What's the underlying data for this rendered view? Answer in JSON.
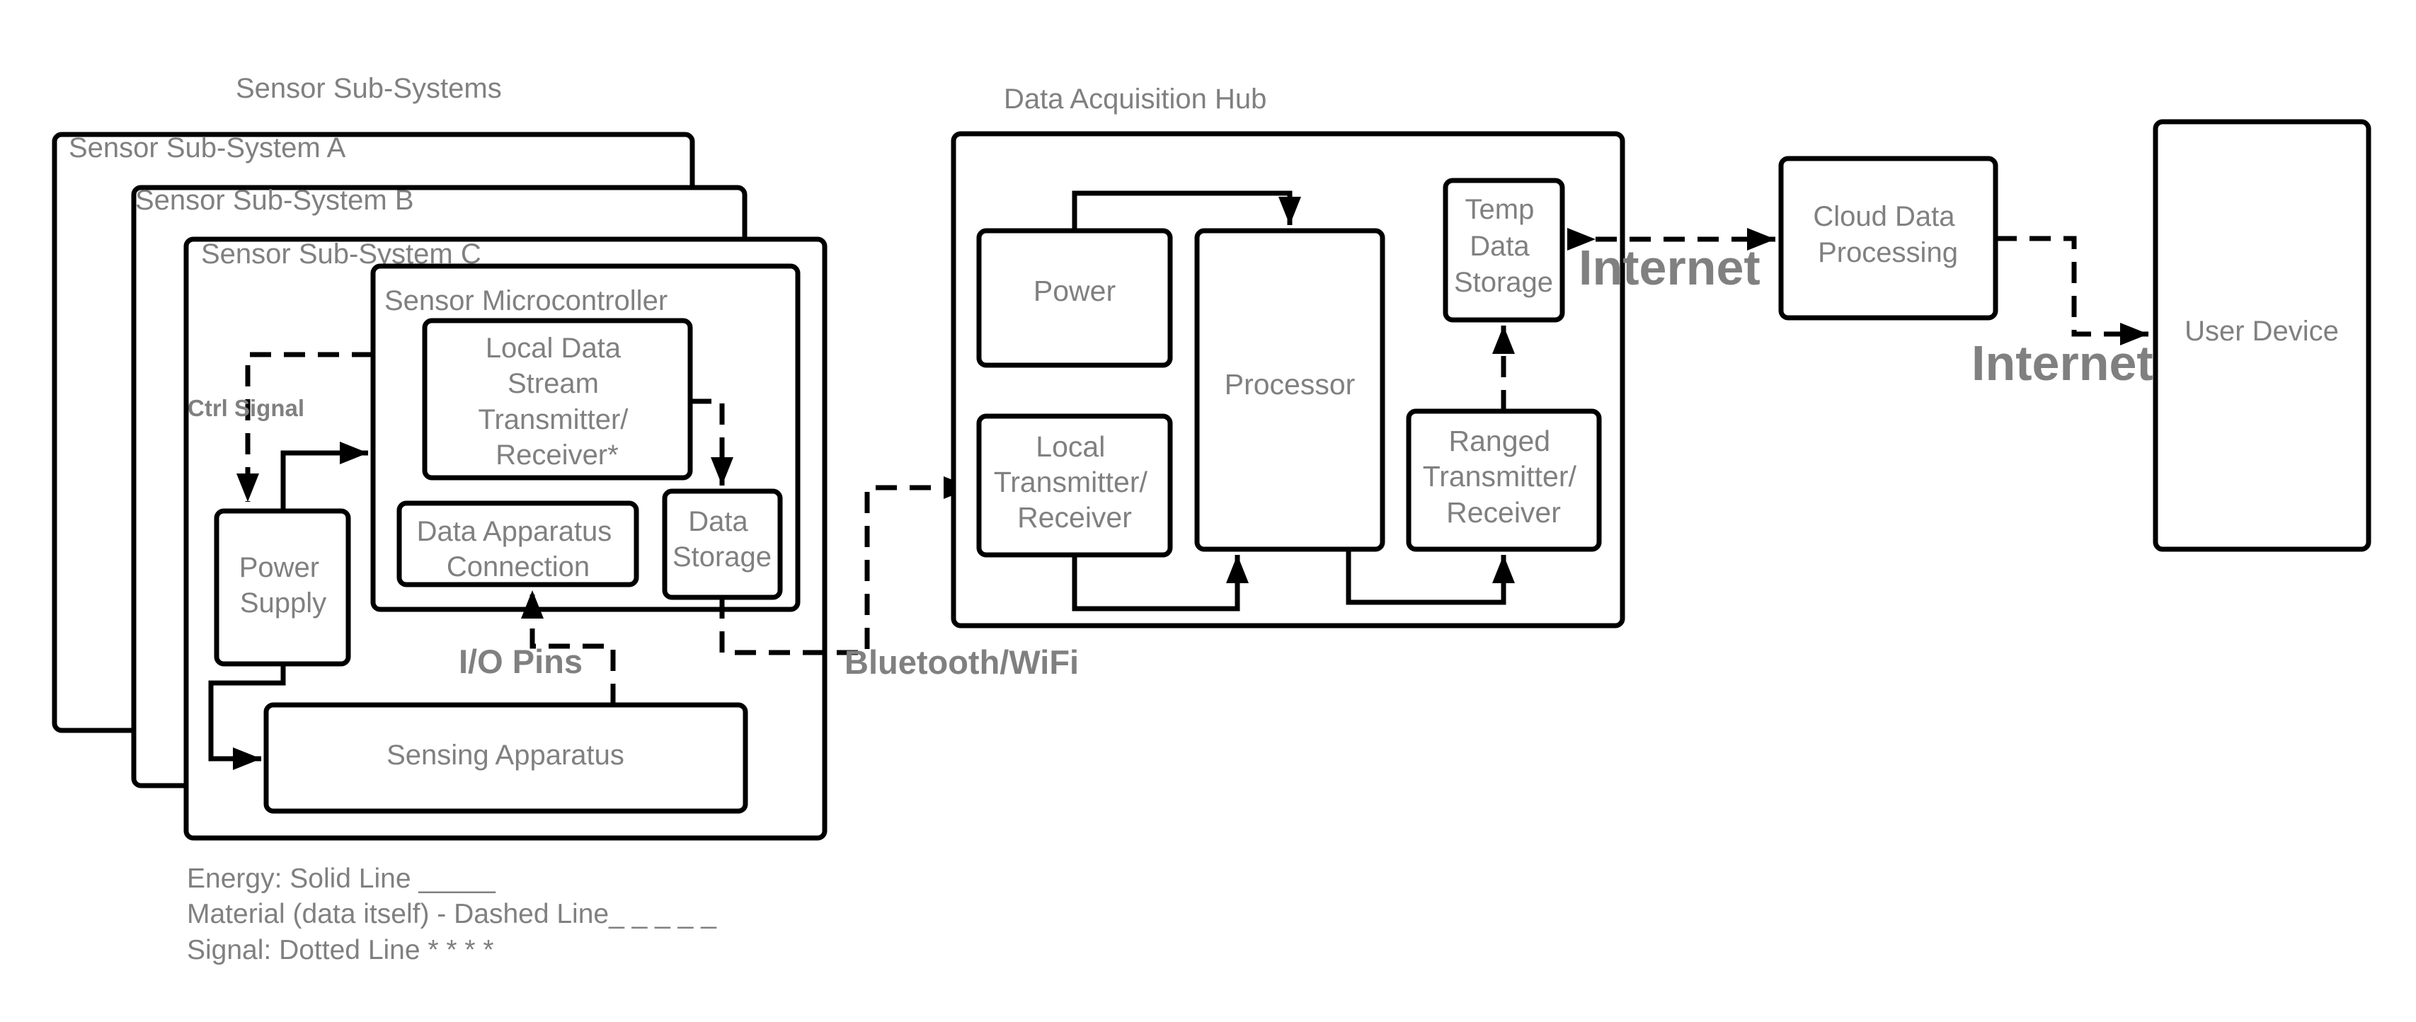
{
  "sensor_subsystems": {
    "group_title": "Sensor Sub-Systems",
    "subsystem_a": "Sensor Sub-System A",
    "subsystem_b": "Sensor Sub-System B",
    "subsystem_c": "Sensor Sub-System C",
    "microcontroller": "Sensor Microcontroller",
    "local_stream": [
      "Local Data",
      "Stream",
      "Transmitter/",
      "Receiver*"
    ],
    "data_apparatus": [
      "Data Apparatus",
      "Connection"
    ],
    "data_storage": [
      "Data",
      "Storage"
    ],
    "power_supply": [
      "Power",
      "Supply"
    ],
    "sensing_apparatus": "Sensing Apparatus",
    "ctrl_signal": "Ctrl Signal",
    "io_pins": "I/O Pins"
  },
  "hub": {
    "title": "Data Acquisition Hub",
    "power": "Power",
    "processor": "Processor",
    "temp_storage": [
      "Temp",
      "Data",
      "Storage"
    ],
    "local_tx": [
      "Local",
      "Transmitter/",
      "Receiver"
    ],
    "ranged_tx": [
      "Ranged",
      "Transmitter/",
      "Receiver"
    ]
  },
  "connections": {
    "bluetooth": "Bluetooth/WiFi",
    "internet_1": "Internet",
    "internet_2": "Internet"
  },
  "cloud": [
    "Cloud Data",
    "Processing"
  ],
  "user_device": "User Device",
  "legend": {
    "energy": "Energy: Solid Line _____",
    "material": "Material (data itself) - Dashed Line_ _ _ _ _",
    "signal": "Signal: Dotted Line * * * *"
  }
}
